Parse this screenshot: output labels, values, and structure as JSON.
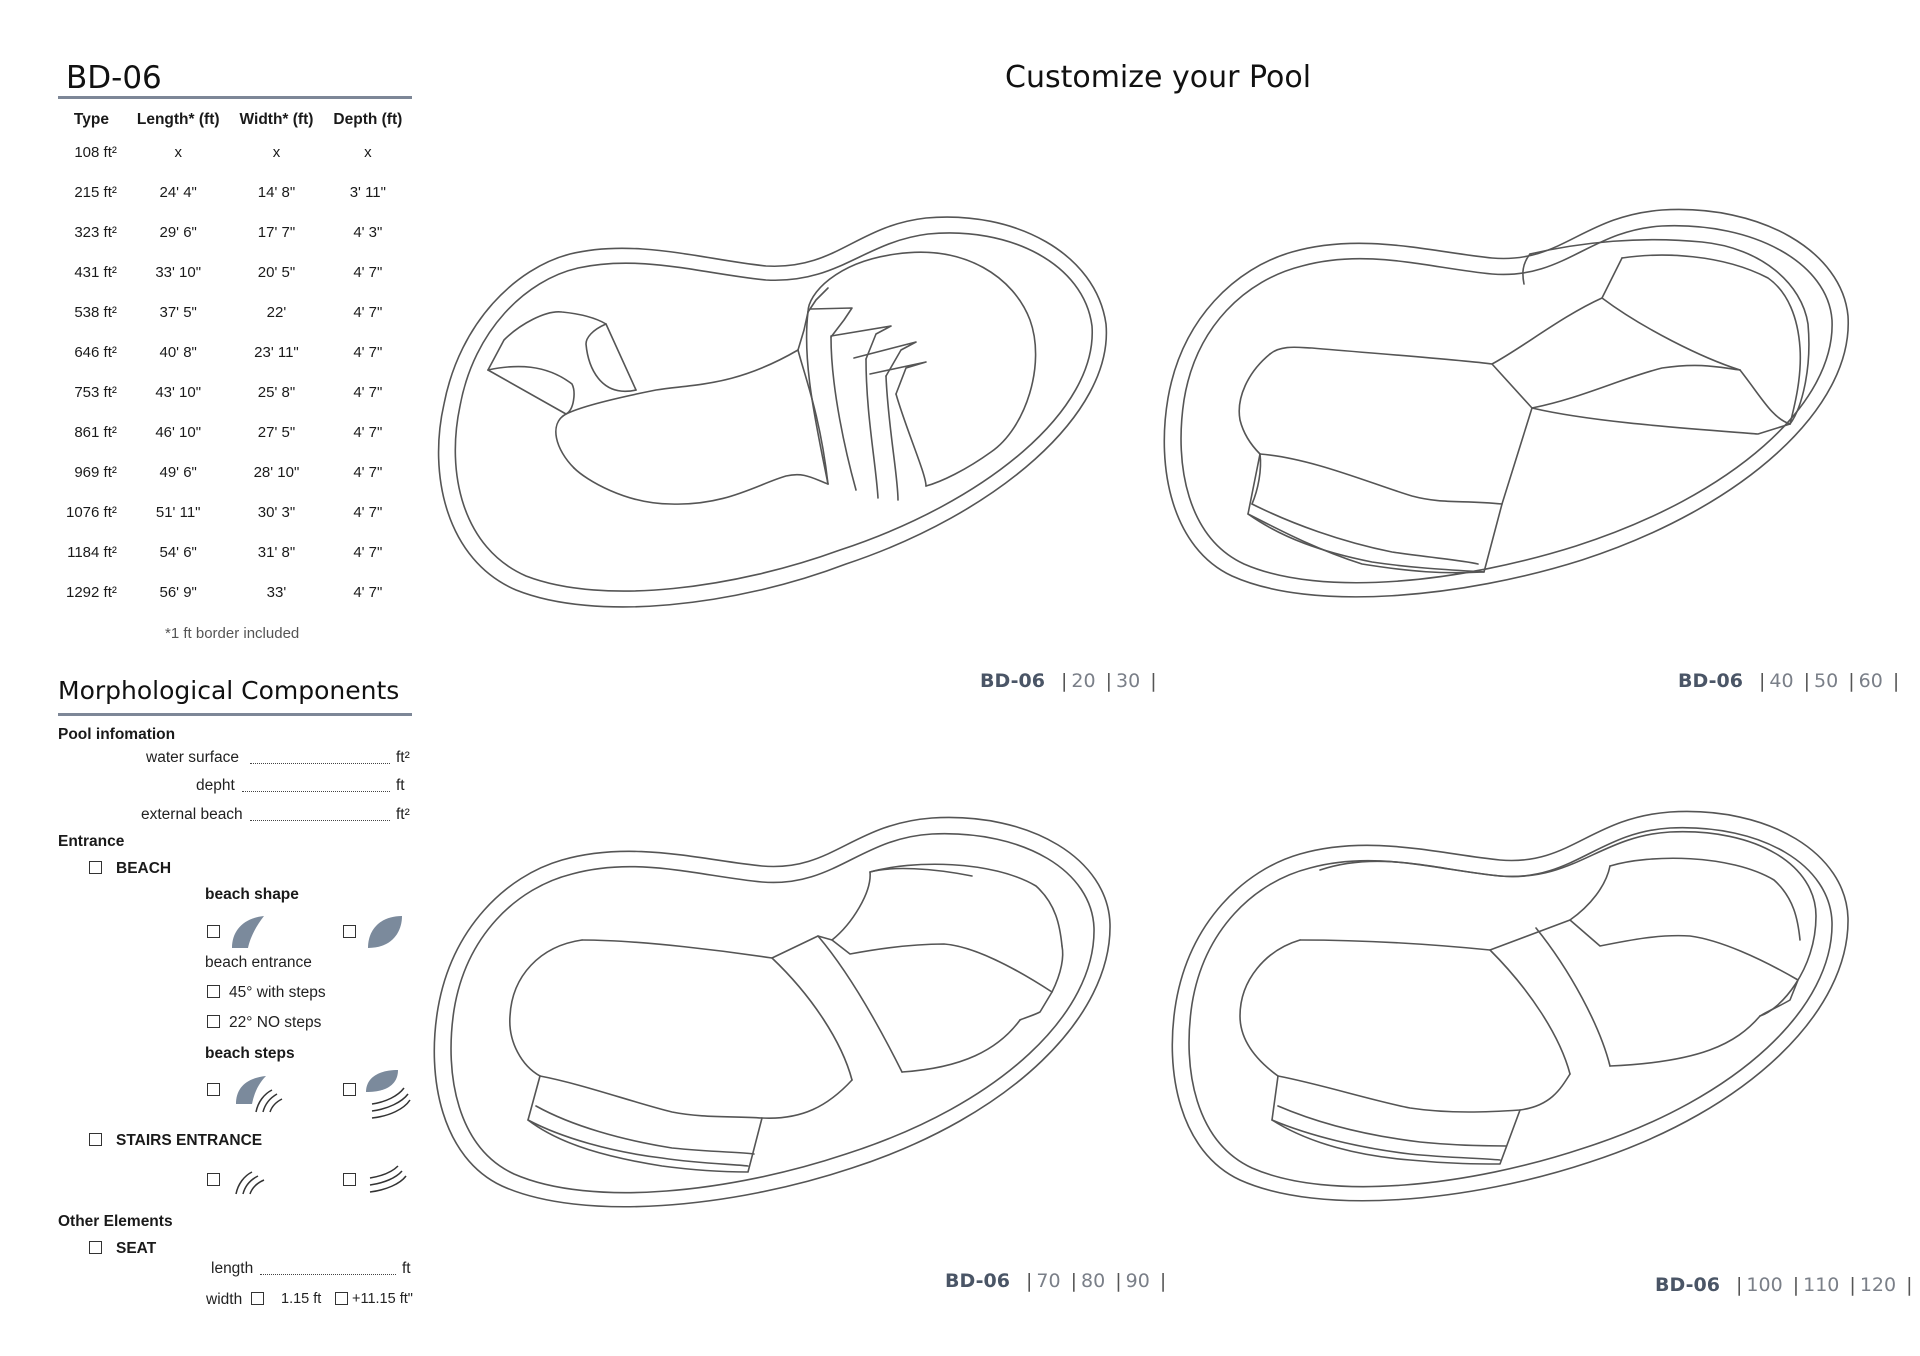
{
  "model": "BD-06",
  "main_title": "Customize your Pool",
  "table": {
    "headers": [
      "Type",
      "Length* (ft)",
      "Width* (ft)",
      "Depth (ft)"
    ],
    "rows": [
      [
        "108 ft²",
        "x",
        "x",
        "x"
      ],
      [
        "215 ft²",
        "24' 4\"",
        "14' 8\"",
        "3' 11\""
      ],
      [
        "323 ft²",
        "29' 6\"",
        "17' 7\"",
        "4' 3\""
      ],
      [
        "431 ft²",
        "33' 10\"",
        "20' 5\"",
        "4' 7\""
      ],
      [
        "538 ft²",
        "37' 5\"",
        "22'",
        "4' 7\""
      ],
      [
        "646 ft²",
        "40' 8\"",
        "23' 11\"",
        "4' 7\""
      ],
      [
        "753 ft²",
        "43' 10\"",
        "25' 8\"",
        "4' 7\""
      ],
      [
        "861 ft²",
        "46' 10\"",
        "27' 5\"",
        "4' 7\""
      ],
      [
        "969 ft²",
        "49' 6\"",
        "28' 10\"",
        "4' 7\""
      ],
      [
        "1076 ft²",
        "51' 11\"",
        "30' 3\"",
        "4' 7\""
      ],
      [
        "1184 ft²",
        "54' 6\"",
        "31' 8\"",
        "4' 7\""
      ],
      [
        "1292 ft²",
        "56' 9\"",
        "33'",
        "4' 7\""
      ]
    ],
    "note": "*1 ft border included"
  },
  "morph": {
    "title": "Morphological Components",
    "pool_info": {
      "heading": "Pool infomation",
      "water_surface": "water surface",
      "depth": "depht",
      "external_beach": "external beach",
      "unit_area": "ft²",
      "unit_len": "ft"
    },
    "entrance": {
      "heading": "Entrance",
      "beach": "BEACH",
      "beach_shape": "beach shape",
      "beach_entrance": "beach entrance",
      "opt_45": "45° with steps",
      "opt_22": "22° NO steps",
      "beach_steps": "beach steps",
      "stairs": "STAIRS ENTRANCE"
    },
    "other": {
      "heading": "Other Elements",
      "seat": "SEAT",
      "length": "length",
      "width": "width",
      "opt1": "1.15 ft",
      "opt2": "+11.15 ft\"",
      "unit": "ft"
    }
  },
  "variants": [
    {
      "model": "BD-06",
      "sizes": [
        "20",
        "30"
      ]
    },
    {
      "model": "BD-06",
      "sizes": [
        "40",
        "50",
        "60"
      ]
    },
    {
      "model": "BD-06",
      "sizes": [
        "70",
        "80",
        "90"
      ]
    },
    {
      "model": "BD-06",
      "sizes": [
        "100",
        "110",
        "120"
      ]
    }
  ],
  "colors": {
    "accent": "#7d8797",
    "icon_fill": "#7b8a9c",
    "line": "#555555"
  }
}
